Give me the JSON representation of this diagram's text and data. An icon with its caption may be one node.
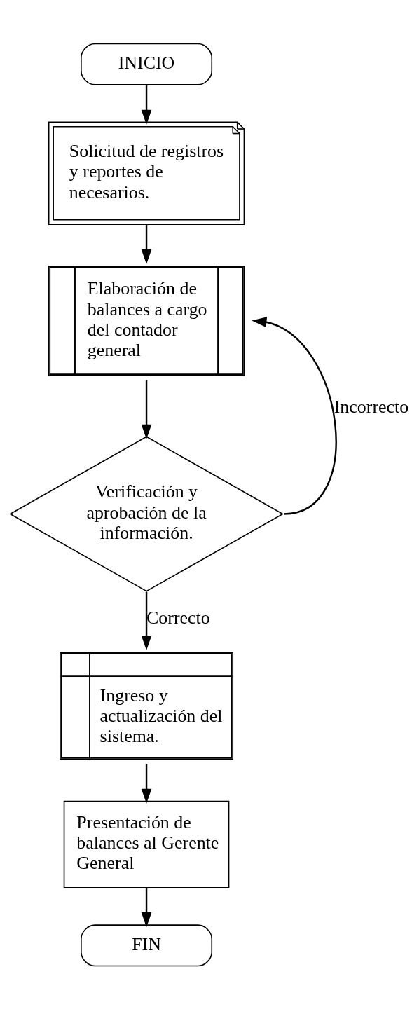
{
  "diagram": {
    "nodes": [
      {
        "text": [
          "INICIO"
        ]
      },
      {
        "text": [
          "Solicitud de registros y reportes de necesarios."
        ]
      },
      {
        "text": [
          "Elaboración de balances a cargo del contador general"
        ]
      },
      {
        "text": [
          "Verificación y aprobación de la información."
        ]
      },
      {
        "text": [
          "Ingreso y actualización del sistema."
        ]
      },
      {
        "text": [
          "Presentación de balances al Gerente General"
        ]
      },
      {
        "text": [
          "FIN"
        ]
      }
    ],
    "edges": [
      {
        "from": 0,
        "to": 1,
        "arrow": "to"
      },
      {
        "from": 1,
        "to": 2,
        "arrow": "to"
      },
      {
        "from": 2,
        "to": 3,
        "arrow": "to"
      },
      {
        "from": 3,
        "to": 2,
        "arrow": "to",
        "label": "Incorrecto"
      },
      {
        "from": 3,
        "to": 4,
        "arrow": "to",
        "label": "Correcto"
      },
      {
        "from": 4,
        "to": 5,
        "arrow": "to"
      },
      {
        "from": 5,
        "to": 6,
        "arrow": "to"
      }
    ]
  }
}
